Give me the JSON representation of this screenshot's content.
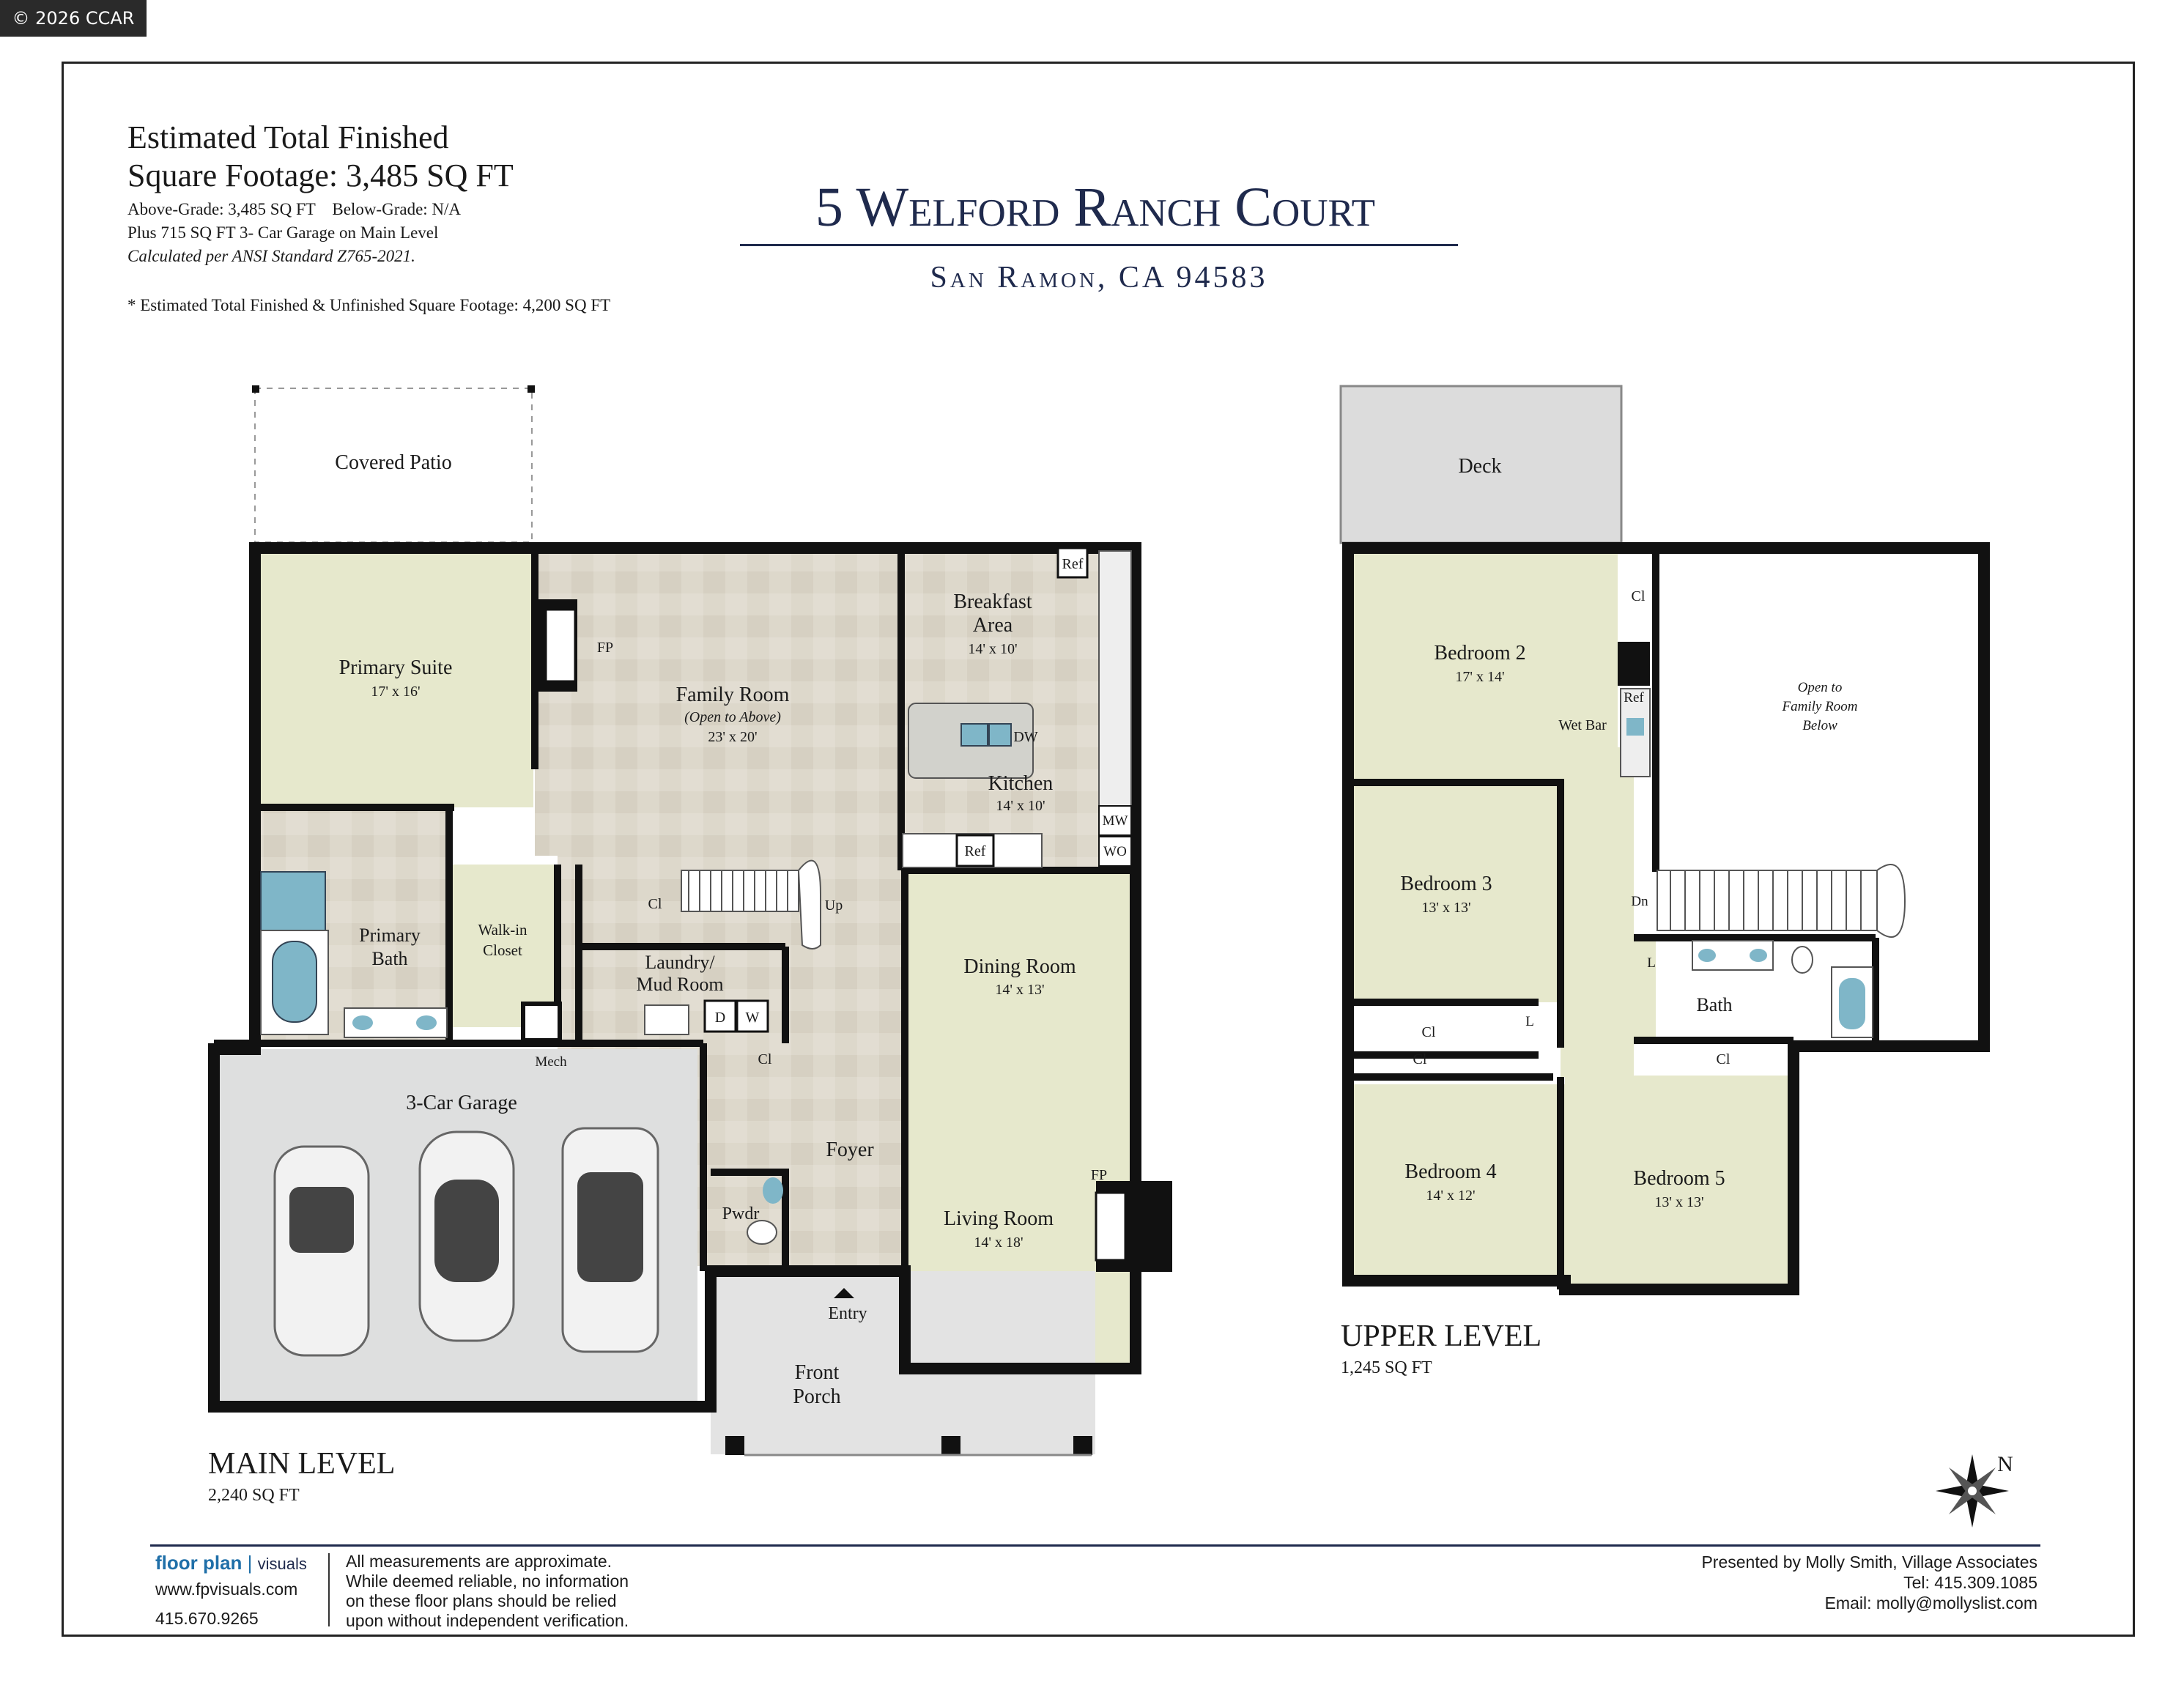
{
  "watermark": "© 2026 CCAR",
  "sqft": {
    "title_line1": "Estimated Total Finished",
    "title_line2": "Square Footage: 3,485 SQ FT",
    "grade": "Above-Grade: 3,485 SQ FT    Below-Grade: N/A",
    "garage": "Plus 715 SQ FT 3- Car Garage on Main Level",
    "standard": "Calculated per ANSI Standard Z765-2021.",
    "note": "* Estimated Total Finished & Unfinished Square Footage: 4,200 SQ FT"
  },
  "address": {
    "street": "5 Welford Ranch Court",
    "city": "San Ramon, CA 94583"
  },
  "main_level": {
    "label": "MAIN LEVEL",
    "sqft": "2,240 SQ FT",
    "rooms": {
      "covered_patio": "Covered Patio",
      "primary_suite": "Primary Suite",
      "primary_suite_dim": "17' x 16'",
      "family_room": "Family Room",
      "family_room_note": "(Open to Above)",
      "family_room_dim": "23' x 20'",
      "breakfast": "Breakfast",
      "breakfast_area": "Area",
      "breakfast_dim": "14' x 10'",
      "kitchen": "Kitchen",
      "kitchen_dim": "14' x 10'",
      "primary_bath_1": "Primary",
      "primary_bath_2": "Bath",
      "walkin_1": "Walk-in",
      "walkin_2": "Closet",
      "laundry_1": "Laundry/",
      "laundry_2": "Mud Room",
      "dining_room": "Dining Room",
      "dining_room_dim": "14' x 13'",
      "garage": "3-Car Garage",
      "foyer": "Foyer",
      "living_room": "Living Room",
      "living_room_dim": "14' x 18'",
      "pwdr": "Pwdr",
      "entry": "Entry",
      "front_1": "Front",
      "front_2": "Porch",
      "mech": "Mech"
    },
    "fixtures": {
      "fp": "FP",
      "ref": "Ref",
      "dw": "DW",
      "mw": "MW",
      "wo": "WO",
      "up": "Up",
      "cl": "Cl",
      "d": "D",
      "w": "W"
    }
  },
  "upper_level": {
    "label": "UPPER LEVEL",
    "sqft": "1,245 SQ FT",
    "rooms": {
      "deck": "Deck",
      "bedroom2": "Bedroom 2",
      "bedroom2_dim": "17' x 14'",
      "open_1": "Open to",
      "open_2": "Family Room",
      "open_3": "Below",
      "wet_bar": "Wet Bar",
      "bedroom3": "Bedroom 3",
      "bedroom3_dim": "13' x 13'",
      "bath": "Bath",
      "bedroom4": "Bedroom 4",
      "bedroom4_dim": "14' x 12'",
      "bedroom5": "Bedroom 5",
      "bedroom5_dim": "13' x 13'"
    },
    "fixtures": {
      "cl": "Cl",
      "ref": "Ref",
      "dn": "Dn",
      "l": "L"
    }
  },
  "compass": "N",
  "footer": {
    "logo_main": "floor plan",
    "logo_sub": "visuals",
    "website": "www.fpvisuals.com",
    "phone": "415.670.9265",
    "disclaimer_1": "All measurements are approximate.",
    "disclaimer_2": "While deemed reliable, no information",
    "disclaimer_3": "on these floor plans should be relied",
    "disclaimer_4": "upon without independent verification.",
    "presented": "Presented by Molly Smith, Village Associates",
    "tel": "Tel: 415.309.1085",
    "email": "Email: molly@mollyslist.com"
  },
  "colors": {
    "floor_green": "#e6e8cc",
    "floor_tile": "#ddd8cb",
    "wall": "#111111",
    "navy": "#1f2a4d",
    "fixture_blue": "#7fb6c8"
  }
}
